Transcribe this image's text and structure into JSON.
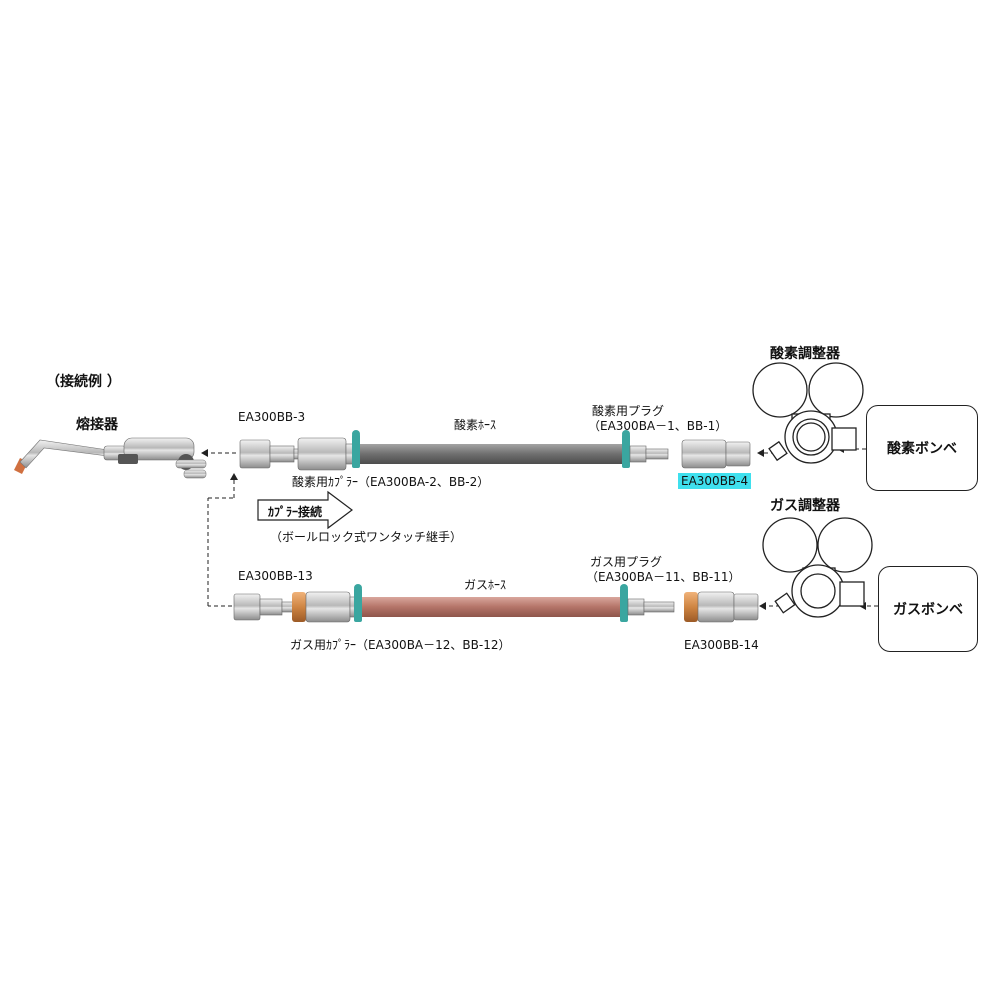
{
  "labels": {
    "example": "（接続例 ）",
    "torch": "熔接器",
    "oxy_regulator": "酸素調整器",
    "gas_regulator": "ガス調整器",
    "oxy_cylinder": "酸素ボンベ",
    "gas_cylinder": "ガスボンベ",
    "oxy_hose": "酸素ﾎｰｽ",
    "gas_hose": "ガスﾎｰｽ",
    "oxy_plug": "酸素用プラグ",
    "oxy_plug_models": "（EA300BA－1、BB-1）",
    "gas_plug": "ガス用プラグ",
    "gas_plug_models": "（EA300BA－11、BB-11）",
    "oxy_coupler": "酸素用ｶﾌﾟﾗｰ（EA300BA-2、BB-2）",
    "gas_coupler": "ガス用ｶﾌﾟﾗｰ（EA300BA－12、BB-12）",
    "part_bb3": "EA300BB-3",
    "part_bb4": "EA300BB-4",
    "part_bb13": "EA300BB-13",
    "part_bb14": "EA300BB-14",
    "coupler_connect": "ｶﾌﾟﾗｰ接続",
    "ball_lock": "（ボールロック式ワンタッチ継手）"
  },
  "colors": {
    "oxy_hose": "#7d7d7d",
    "gas_hose": "#b97a6f",
    "clip": "#3aa6a0",
    "highlight": "#3fe0ee",
    "metal": "#c9c9c9",
    "copper": "#d4894a"
  }
}
